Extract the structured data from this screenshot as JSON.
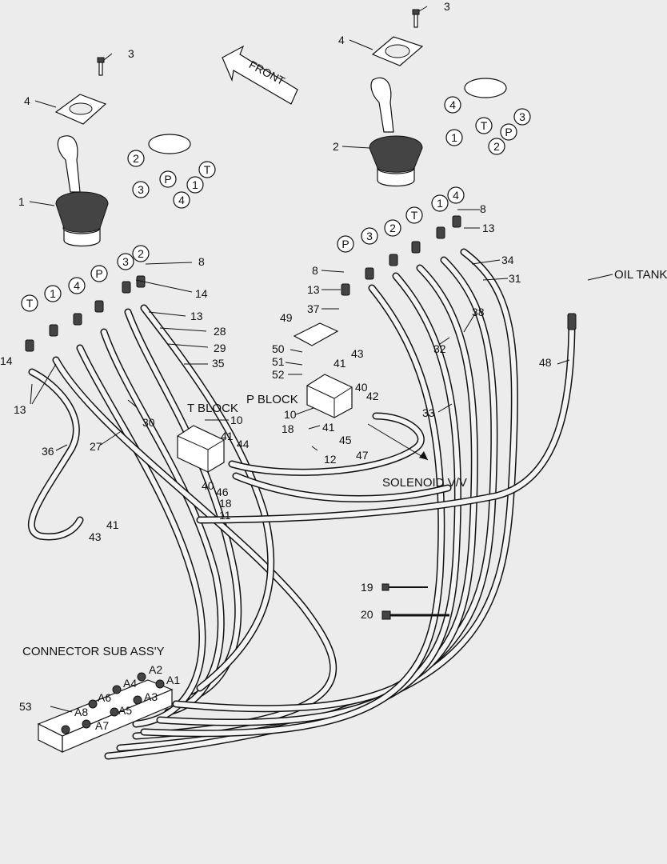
{
  "front_label": "FRONT",
  "oil_tank_label": "OIL TANK",
  "t_block_label": "T BLOCK",
  "p_block_label": "P BLOCK",
  "solenoid_label": "SOLENOID V/V",
  "connector_label": "CONNECTOR SUB ASS'Y",
  "circle_labels": {
    "T": "T",
    "P": "P",
    "one": "1",
    "two": "2",
    "three": "3",
    "four": "4"
  },
  "part_numbers": {
    "n1": "1",
    "n2": "2",
    "n3": "3",
    "n4": "4",
    "n8": "8",
    "n10": "10",
    "n11": "11",
    "n12": "12",
    "n13": "13",
    "n14": "14",
    "n18": "18",
    "n19": "19",
    "n20": "20",
    "n27": "27",
    "n28": "28",
    "n29": "29",
    "n30": "30",
    "n31": "31",
    "n32": "32",
    "n33": "33",
    "n34": "34",
    "n35": "35",
    "n36": "36",
    "n37": "37",
    "n38": "38",
    "n40": "40",
    "n41": "41",
    "n42": "42",
    "n43": "43",
    "n44": "44",
    "n45": "45",
    "n46": "46",
    "n47": "47",
    "n48": "48",
    "n49": "49",
    "n50": "50",
    "n51": "51",
    "n52": "52",
    "n53": "53"
  },
  "port_labels": {
    "a1": "A1",
    "a2": "A2",
    "a3": "A3",
    "a4": "A4",
    "a5": "A5",
    "a6": "A6",
    "a7": "A7",
    "a8": "A8"
  }
}
